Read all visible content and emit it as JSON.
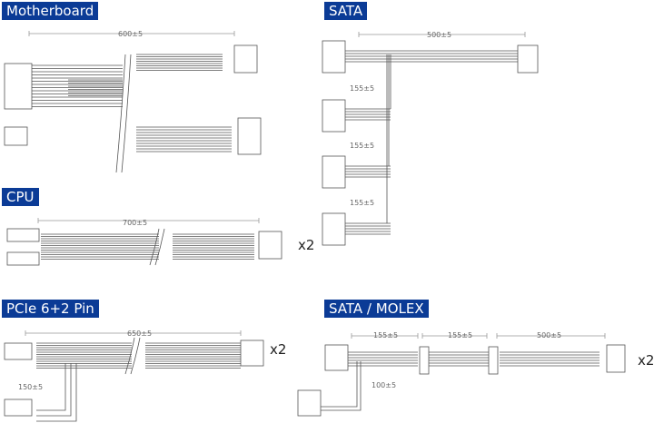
{
  "sections": {
    "motherboard": {
      "title": "Motherboard",
      "length": "600±5"
    },
    "sata": {
      "title": "SATA",
      "length": "500±5",
      "spacings": [
        "155±5",
        "155±5",
        "155±5"
      ]
    },
    "cpu": {
      "title": "CPU",
      "length": "700±5",
      "quantity": "x2"
    },
    "pcie": {
      "title": "PCIe 6+2 Pin",
      "length": "650±5",
      "branch": "150±5",
      "quantity": "x2"
    },
    "sata_molex": {
      "title": "SATA / MOLEX",
      "spacings": [
        "155±5",
        "155±5",
        "500±5"
      ],
      "branch": "100±5",
      "quantity": "x2"
    }
  },
  "colors": {
    "badge": "#0b3b96",
    "line": "#555555"
  }
}
